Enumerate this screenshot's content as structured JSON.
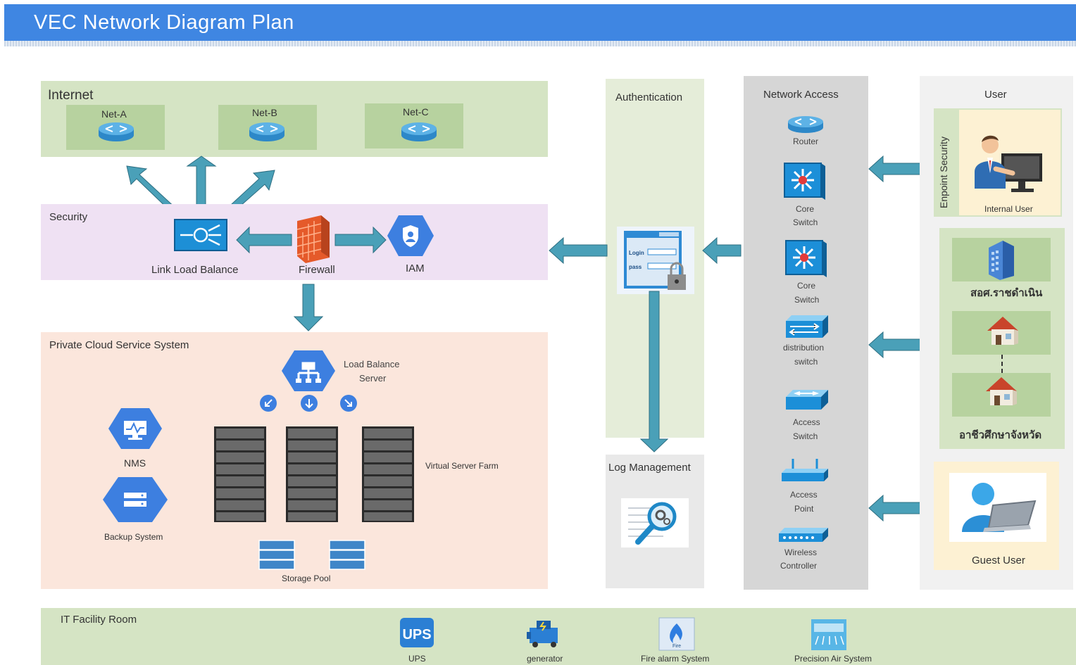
{
  "title": "VEC Network Diagram Plan",
  "internet": {
    "title": "Internet",
    "nets": [
      "Net-A",
      "Net-B",
      "Net-C"
    ]
  },
  "security": {
    "title": "Security",
    "link_load_balance": "Link Load Balance",
    "firewall": "Firewall",
    "iam": "IAM"
  },
  "private_cloud": {
    "title": "Private Cloud Service System",
    "load_balance_server": [
      "Load Balance",
      "Server"
    ],
    "nms": "NMS",
    "backup": "Backup System",
    "server_farm": "Virtual Server Farm",
    "storage": "Storage Pool"
  },
  "authentication": {
    "title": "Authentication",
    "login": "Login",
    "pass": "pass"
  },
  "log_management": {
    "title": "Log Management"
  },
  "network_access": {
    "title": "Network Access",
    "router": "Router",
    "core_switch_1": [
      "Core",
      "Switch"
    ],
    "core_switch_2": [
      "Core",
      "Switch"
    ],
    "distribution": [
      "distribution",
      "switch"
    ],
    "access_switch": [
      "Access",
      "Switch"
    ],
    "access_point": [
      "Access",
      "Point"
    ],
    "wireless": [
      "Wireless",
      "Controller"
    ]
  },
  "user": {
    "title": "User",
    "endpoint_security": "Enpoint Security",
    "internal_user": "Internal User",
    "office": "สอศ.ราชดำเนิน",
    "provincial": "อาชีวศึกษาจังหวัด",
    "guest_user": "Guest User"
  },
  "facility": {
    "title": "IT Facility Room",
    "ups_badge": "UPS",
    "ups": "UPS",
    "generator": "generator",
    "fire_badge": "Fire",
    "fire_alarm": "Fire alarm System",
    "precision_air": "Precision Air System"
  },
  "colors": {
    "header": "#3f86e2",
    "internet_bg": "#d5e4c4",
    "security_bg": "#efe1f3",
    "cloud_bg": "#fbe6dc",
    "auth_bg": "#e5edd9",
    "network_access_bg": "#d6d6d6",
    "arrow": "#4aa0b8",
    "hexagon": "#3d7fe0"
  }
}
